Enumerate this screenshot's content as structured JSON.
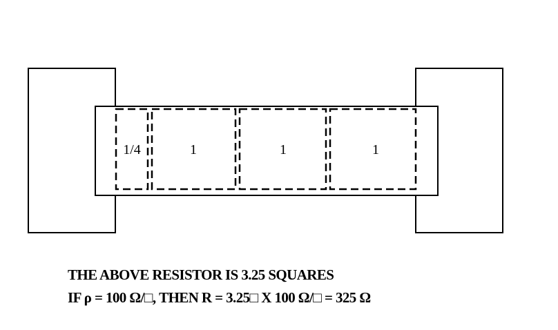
{
  "diagram": {
    "squares": [
      {
        "label": "1/4"
      },
      {
        "label": "1"
      },
      {
        "label": "1"
      },
      {
        "label": "1"
      }
    ]
  },
  "caption": {
    "line1": "THE ABOVE RESISTOR IS 3.25 SQUARES",
    "line2": "IF ρ  =  100 Ω/□, THEN R = 3.25□ X 100 Ω/□ = 325 Ω"
  },
  "colors": {
    "ink": "#000000",
    "background": "#ffffff"
  }
}
